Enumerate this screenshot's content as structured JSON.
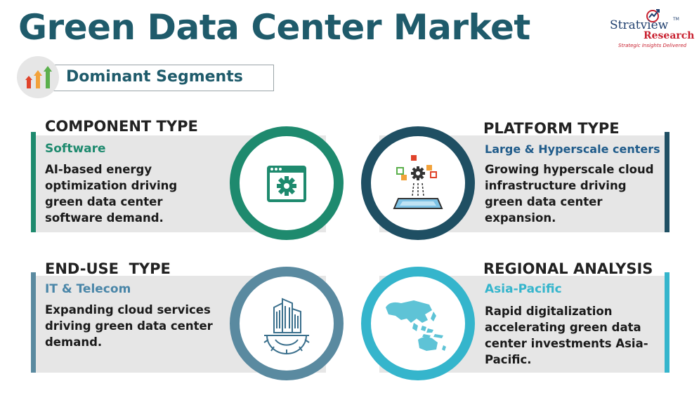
{
  "title": "Green Data Center Market",
  "logo": {
    "line1": "Stratview",
    "line2": "Research",
    "tagline": "Strategic Insights Delivered",
    "tm": "TM"
  },
  "badge": {
    "label": "Dominant Segments",
    "icon": "growth-bars-icon"
  },
  "colors": {
    "title": "#1f5b6b",
    "component": "#1e8a6e",
    "platform": "#1f4f63",
    "enduse": "#5a8aa0",
    "regional": "#35b5cc",
    "panel": "#e6e6e6"
  },
  "sections": {
    "component": {
      "heading": "COMPONENT TYPE",
      "segment": "Software",
      "description": "AI-based energy optimization driving green data center software demand.",
      "icon": "software-gear-window-icon"
    },
    "platform": {
      "heading": "PLATFORM TYPE",
      "segment": "Large & Hyperscale centers",
      "description": "Growing hyperscale cloud infrastructure driving green data center expansion.",
      "icon": "hyperscale-platform-icon"
    },
    "enduse": {
      "heading": "END-USE  TYPE",
      "segment": "IT & Telecom",
      "description": "Expanding cloud services driving green data center demand.",
      "icon": "buildings-gear-icon"
    },
    "regional": {
      "heading": "REGIONAL ANALYSIS",
      "segment": "Asia-Pacific",
      "description": "Rapid digitalization accelerating green data center investments Asia-Pacific.",
      "icon": "asia-pacific-map-icon"
    }
  }
}
